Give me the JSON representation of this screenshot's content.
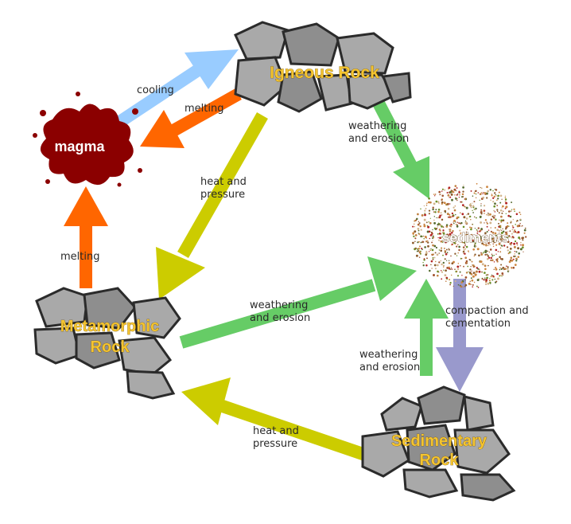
{
  "nodes": {
    "igneous": "Igneous Rock",
    "magma": "magma",
    "sediments": "sediments",
    "metamorphic_line1": "Metamorphic",
    "metamorphic_line2": "Rock",
    "sedimentary_line1": "Sedimentary",
    "sedimentary_line2": "Rock"
  },
  "labels": {
    "cooling": "cooling",
    "melting_igneous": "melting",
    "weathering_igneous_1": "weathering",
    "weathering_igneous_2": "and erosion",
    "heat_pressure_igneous_1": "heat and",
    "heat_pressure_igneous_2": "pressure",
    "melting_metamorphic": "melting",
    "weathering_metamorphic_1": "weathering",
    "weathering_metamorphic_2": "and erosion",
    "compaction_1": "compaction and",
    "compaction_2": "cementation",
    "weathering_sedimentary_1": "weathering",
    "weathering_sedimentary_2": "and erosion",
    "heat_pressure_sedimentary_1": "heat and",
    "heat_pressure_sedimentary_2": "pressure"
  },
  "colors": {
    "cooling_arrow": "#99ccff",
    "melting_arrow": "#ff6600",
    "weathering_arrow": "#66cc66",
    "heat_pressure_arrow": "#cccc00",
    "compaction_arrow": "#9999cc",
    "magma": "#8b0000",
    "rock": "#a9a9a9",
    "label_gold": "#f4c430"
  }
}
